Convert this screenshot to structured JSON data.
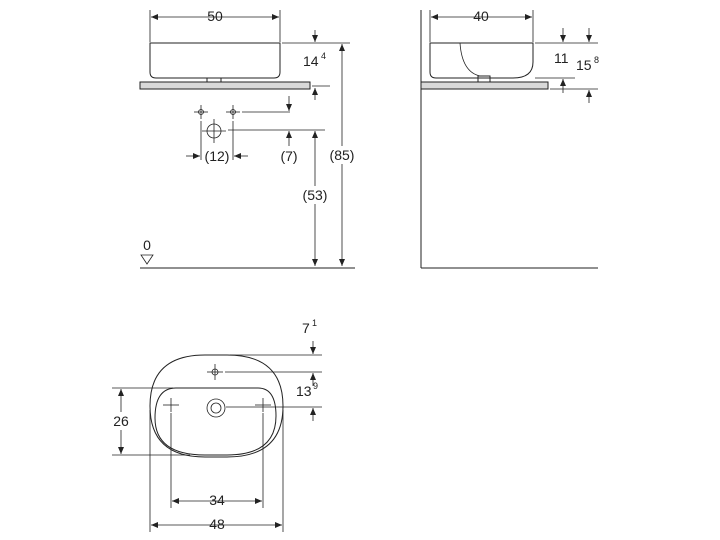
{
  "front_view": {
    "dims": {
      "width": "50",
      "rim_height": "14",
      "rim_height_sup": "4",
      "tap_spacing": "(12)",
      "tap_offset": "(7)",
      "waste_height": "(53)",
      "total_height": "(85)",
      "floor_level": "0"
    }
  },
  "side_view": {
    "dims": {
      "depth": "40",
      "bowl_height": "11",
      "total_bowl_height": "15",
      "total_bowl_height_sup": "8"
    }
  },
  "top_view": {
    "dims": {
      "rim_to_taphole": "7",
      "rim_to_taphole_sup": "1",
      "taphole_to_waste": "13",
      "taphole_to_waste_sup": "9",
      "inner_depth": "26",
      "side_holes_spacing": "34",
      "overall_width": "48"
    }
  }
}
